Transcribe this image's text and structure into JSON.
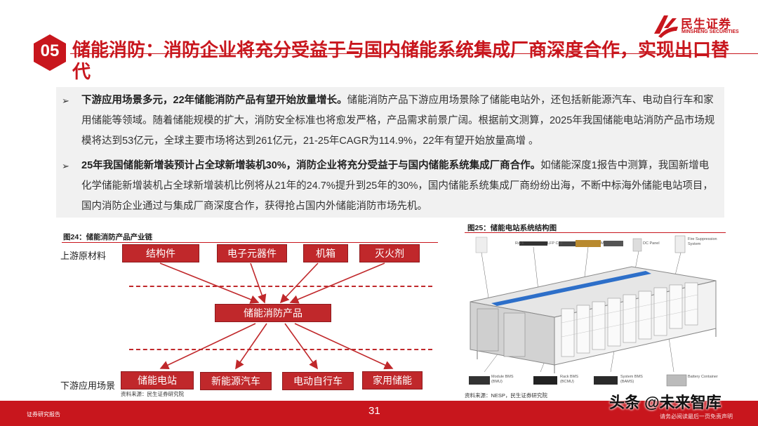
{
  "brand": {
    "cn": "民生证券",
    "en": "MINSHENG SECURITIES",
    "color": "#c8161d"
  },
  "title": {
    "number": "05",
    "text": "储能消防：消防企业将充分受益于与国内储能系统集成厂商深度合作，实现出口替代"
  },
  "bullets": [
    {
      "bold": "下游应用场景多元，22年储能消防产品有望开始放量增长。",
      "text": "储能消防产品下游应用场景除了储能电站外，还包括新能源汽车、电动自行车和家用储能等领域。随着储能规模的扩大，消防安全标准也将愈发严格，产品需求前景广阔。根据前文测算，2025年我国储能电站消防产品市场规模将达到53亿元，全球主要市场将达到261亿元，21-25年CAGR为114.9%，22年有望开始放量高增 。"
    },
    {
      "bold": "25年我国储能新增装预计占全球新增装机30%，消防企业将充分受益于与国内储能系统集成厂商合作。",
      "text": "如储能深度1报告中测算，我国新增电化学储能新增装机占全球新增装机比例将从21年的24.7%提升到25年的30%，国内储能系统集成厂商纷纷出海，不断中标海外储能电站项目，国内消防企业通过与集成厂商深度合作，获得抢占国内外储能消防市场先机。"
    }
  ],
  "figure24": {
    "caption": "图24：储能消防产品产业链",
    "upstream_label": "上游原材料",
    "upstream": [
      "结构件",
      "电子元器件",
      "机箱",
      "灭火剂"
    ],
    "center": "储能消防产品",
    "downstream_label": "下游应用场景",
    "downstream": [
      "储能电站",
      "新能源汽车",
      "电动自行车",
      "家用储能"
    ],
    "source": "资料来源：民生证券研究院"
  },
  "figure25": {
    "caption": "图25：储能电站系统结构图",
    "top_labels": [
      "Rack",
      "LFP Cell",
      "Module",
      "DC Panel",
      "Fire Suppression System"
    ],
    "bottom_labels": [
      "Module BMS (BMU)",
      "Rack BMS (BCMU)",
      "System BMS (BAMS)",
      "Battery Container"
    ],
    "source": "资料来源：NESP，民生证券研究院"
  },
  "footer": {
    "left": "证券研究报告",
    "page": "31",
    "disclaimer": "请务必阅读最后一页免责声明"
  },
  "watermark": {
    "text": "头条 @未来智库",
    "ghost": "未来智库"
  }
}
